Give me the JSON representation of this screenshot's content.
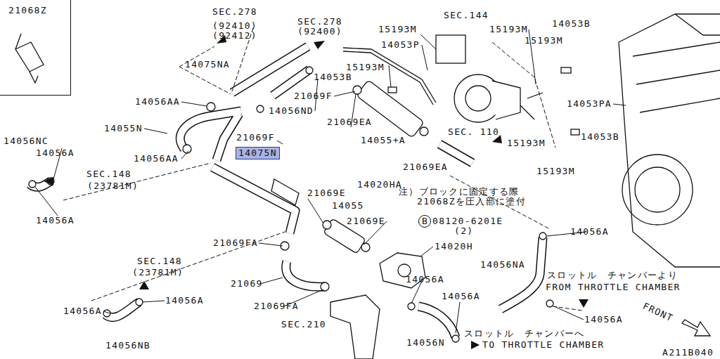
{
  "diagram": {
    "nodes": [
      {
        "text": [
          "21068Z"
        ]
      },
      {
        "text": [
          "14075N"
        ]
      },
      {
        "text": [
          "B"
        ]
      }
    ],
    "labels": [
      "SEC.278",
      "(92410)",
      "(92412)",
      "SEC.278",
      "(92400)",
      "SEC.144",
      "15193M",
      "15193M",
      "14053B",
      "15193M",
      "14053P",
      "15193M",
      "14053B",
      "14075NA",
      "21069F",
      "14056AA",
      "14056ND",
      "14053PA",
      "14055N",
      "21069F",
      "21069EA",
      "14055+A",
      "SEC. 110",
      "15193M",
      "14053B",
      "14056NC",
      "14056A",
      "14056AA",
      "15193M",
      "21069EA",
      "SEC.148",
      "(23781M)",
      "14020HA",
      "14056A",
      "21069E",
      "注）ブロックに固定する際 21068Zを圧入部に塗付",
      "14055",
      "21069E",
      "08120-6201E",
      "(2)",
      "14056A",
      "21069FA",
      "14020H",
      "SEC.148",
      "(23781M)",
      "14056NA",
      "スロットル　チャンバーより",
      "FROM THROTTLE CHAMBER",
      "21069",
      "14056A",
      "14056A",
      "14056A",
      "14056A",
      "21069FA",
      "FRONT",
      "14056A",
      "SEC.210",
      "スロットル　チャンバーへ",
      "TO THROTTLE CHAMBER",
      "14056N",
      "14056NB",
      "A211B040"
    ]
  }
}
